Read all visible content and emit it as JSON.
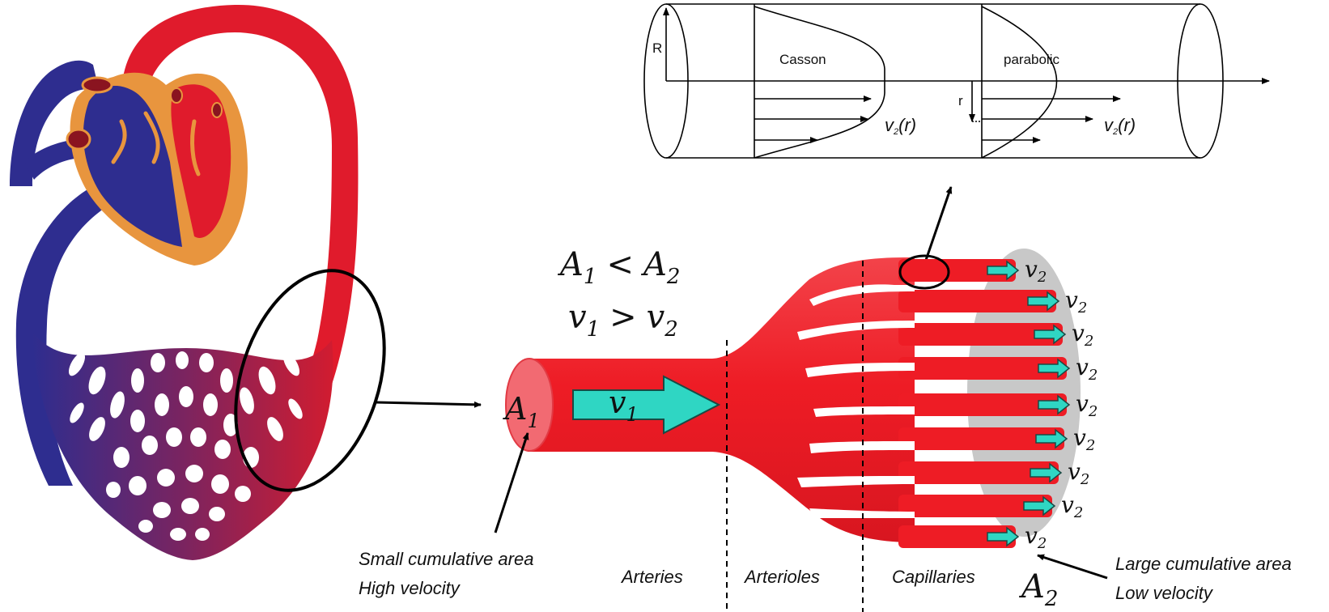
{
  "profile_panel": {
    "r_axis_label": "R",
    "r_label": "r",
    "casson_label": "Casson",
    "parabolic_label": "parabolic",
    "v_casson_label": "v",
    "v_casson_sub": "2",
    "v_casson_arg": "(r)",
    "v_parabolic_label": "v",
    "v_parabolic_sub": "2",
    "v_parabolic_arg": "(r)"
  },
  "relations": {
    "area_lhs": "A",
    "area_lhs_sub": "1",
    "area_op": "<",
    "area_rhs": "A",
    "area_rhs_sub": "2",
    "vel_lhs": "v",
    "vel_lhs_sub": "1",
    "vel_op": ">",
    "vel_rhs": "v",
    "vel_rhs_sub": "2"
  },
  "vessel": {
    "inlet_area": "A",
    "inlet_area_sub": "1",
    "inlet_velocity": "v",
    "inlet_velocity_sub": "1",
    "outlet_area": "A",
    "outlet_area_sub": "2",
    "capillary_velocity": "v",
    "capillary_velocity_sub": "2",
    "capillary_count": 9
  },
  "annotations": {
    "small_area": "Small cumulative area",
    "high_velocity": "High velocity",
    "large_area": "Large cumulative area",
    "low_velocity": "Low velocity"
  },
  "regions": {
    "arteries": "Arteries",
    "arterioles": "Arterioles",
    "capillaries": "Capillaries"
  },
  "colors": {
    "blood_red": "#ee1c25",
    "venous_blue": "#2e2d8f",
    "heart_outline": "#e8953e",
    "flow_arrow": "#2fd6c3",
    "cross_section": "#c8c8c8"
  }
}
